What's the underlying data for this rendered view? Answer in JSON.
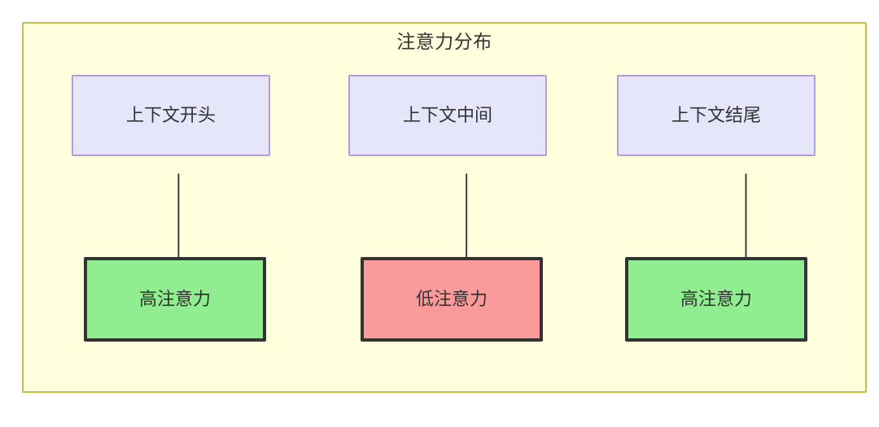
{
  "diagram": {
    "title": "注意力分布",
    "container": {
      "background_color": "#ffffde",
      "border_color": "#c2c245"
    },
    "nodes": {
      "context": [
        {
          "id": "ctx-start",
          "label": "上下文开头",
          "fill": "#e6e6fa",
          "border": "#b39ddb"
        },
        {
          "id": "ctx-mid",
          "label": "上下文中间",
          "fill": "#e6e6fa",
          "border": "#b39ddb"
        },
        {
          "id": "ctx-end",
          "label": "上下文结尾",
          "fill": "#e6e6fa",
          "border": "#b39ddb"
        }
      ],
      "attention": [
        {
          "id": "att-start",
          "label": "高注意力",
          "fill": "#90ee90",
          "border": "#333333"
        },
        {
          "id": "att-mid",
          "label": "低注意力",
          "fill": "#fa9a9a",
          "border": "#333333"
        },
        {
          "id": "att-end",
          "label": "高注意力",
          "fill": "#90ee90",
          "border": "#333333"
        }
      ]
    },
    "edges": [
      {
        "from": "ctx-start",
        "to": "att-start",
        "style": "arrow"
      },
      {
        "from": "ctx-mid",
        "to": "att-mid",
        "style": "arrow"
      },
      {
        "from": "ctx-end",
        "to": "att-end",
        "style": "arrow"
      }
    ],
    "edge_color": "#333333"
  }
}
